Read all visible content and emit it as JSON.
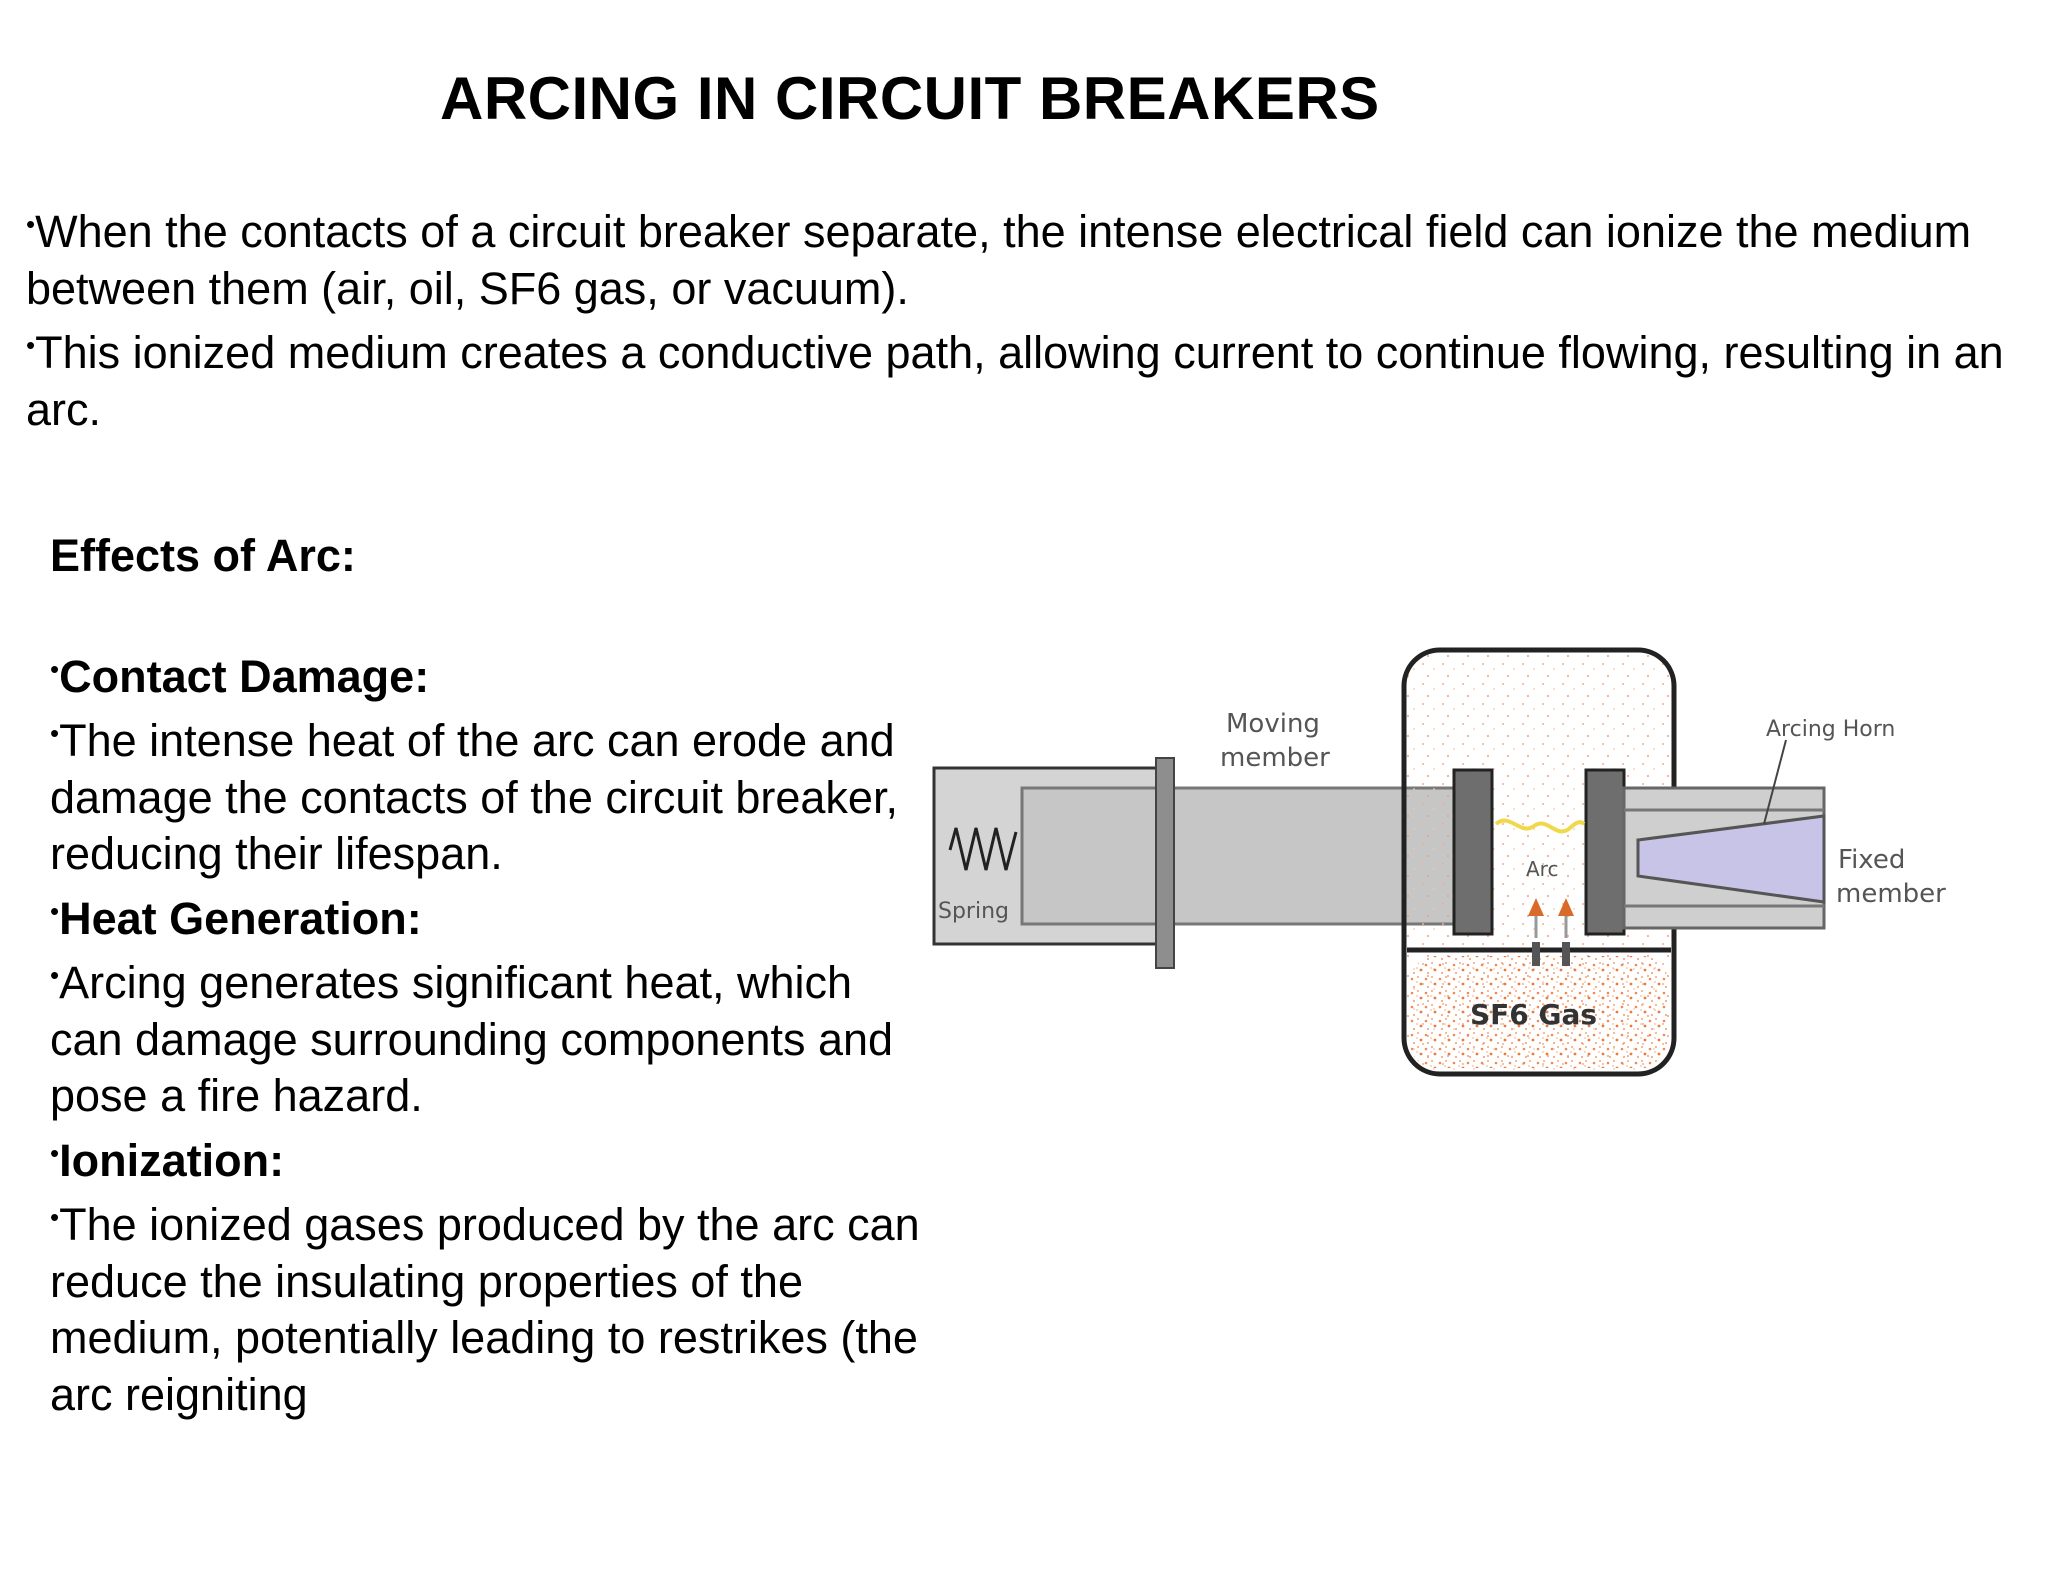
{
  "title": "ARCING IN CIRCUIT BREAKERS",
  "intro": [
    "When the contacts of a circuit breaker separate, the intense electrical field can ionize the medium between them (air, oil, SF6 gas, or vacuum).",
    "This ionized medium creates a conductive path, allowing current to continue flowing, resulting in an arc."
  ],
  "effects": {
    "heading": "Effects of Arc:",
    "items": [
      {
        "title": "Contact Damage:",
        "text": "The intense heat of the arc can erode and damage the contacts of the circuit breaker, reducing their lifespan."
      },
      {
        "title": "Heat Generation:",
        "text": "Arcing generates significant heat, which can damage surrounding components and pose a fire hazard."
      },
      {
        "title": "Ionization:",
        "text": "The ionized gases produced by the arc can reduce the insulating properties of the medium, potentially leading to restrikes (the arc reigniting"
      }
    ]
  },
  "diagram": {
    "labels": {
      "moving_1": "Moving",
      "moving_2": "member",
      "spring": "Spring",
      "arc": "Arc",
      "arcing_horn": "Arcing Horn",
      "fixed_1": "Fixed",
      "fixed_2": "member",
      "gas": "SF6 Gas"
    },
    "colors": {
      "rod": "#c6c6c6",
      "contact": "#6e6e6e",
      "gas": "#f2a070",
      "arc": "#f0d84a",
      "horn": "#c8c4e8",
      "outline": "#222222"
    }
  }
}
